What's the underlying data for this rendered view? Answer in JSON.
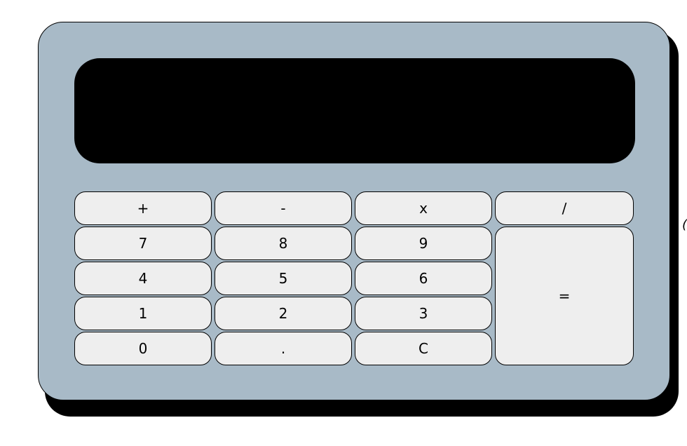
{
  "calculator": {
    "display_value": "",
    "colors": {
      "body": "#a8bac7",
      "display": "#000000",
      "key": "#eeeeee",
      "shadow": "#000000"
    },
    "keys": {
      "add": "+",
      "subtract": "-",
      "multiply": "x",
      "divide": "/",
      "seven": "7",
      "eight": "8",
      "nine": "9",
      "four": "4",
      "five": "5",
      "six": "6",
      "one": "1",
      "two": "2",
      "three": "3",
      "zero": "0",
      "decimal": ".",
      "clear": "C",
      "equals": "="
    }
  },
  "edge_glyph": "("
}
